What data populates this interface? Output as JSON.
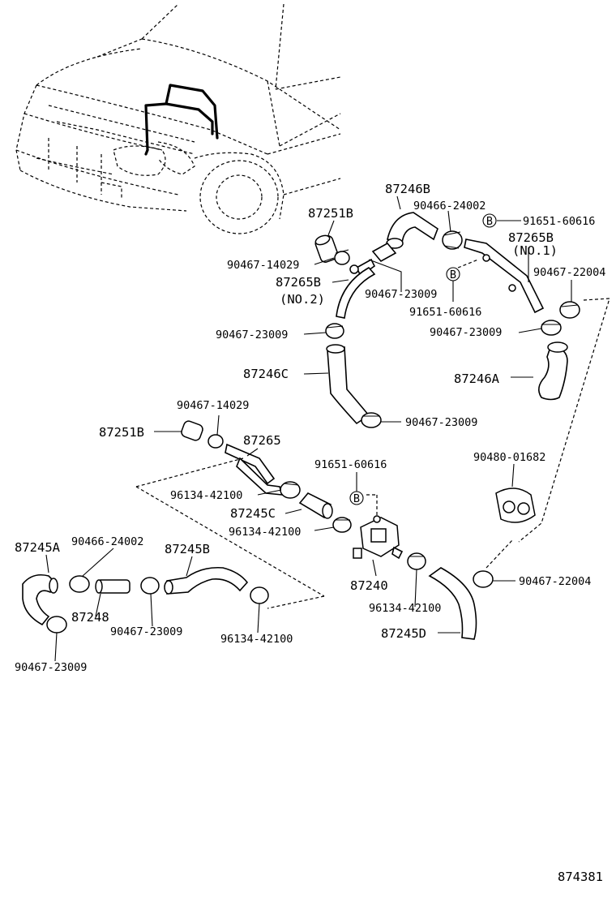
{
  "labels": {
    "l87251B_top": "87251B",
    "l87246B": "87246B",
    "l90466_24002_top": "90466-24002",
    "l91651_60616_top": "91651-60616",
    "l87265B_no1": "87265B",
    "l87265B_no1_sub": "(NO.1)",
    "l90467_22004_top": "90467-22004",
    "l90467_14029_top": "90467-14029",
    "l87265B_no2": "87265B",
    "l87265B_no2_sub": "(NO.2)",
    "l90467_23009_mid": "90467-23009",
    "l91651_60616_mid": "91651-60616",
    "l90467_23009_left": "90467-23009",
    "l90467_23009_right": "90467-23009",
    "l87246C": "87246C",
    "l87246A": "87246A",
    "l90467_23009_c": "90467-23009",
    "l90467_14029_mid": "90467-14029",
    "l87251B_mid": "87251B",
    "l87265": "87265",
    "l91651_60616_low": "91651-60616",
    "l90480_01682": "90480-01682",
    "l96134_42100_a": "96134-42100",
    "l87245C": "87245C",
    "l96134_42100_b": "96134-42100",
    "l87245A": "87245A",
    "l90466_24002_low": "90466-24002",
    "l87245B": "87245B",
    "l87240": "87240",
    "l90467_22004_low": "90467-22004",
    "l87248": "87248",
    "l90467_23009_low": "90467-23009",
    "l96134_42100_c": "96134-42100",
    "l96134_42100_d": "96134-42100",
    "l87245D": "87245D",
    "l90467_23009_bottom": "90467-23009",
    "figure_number": "874381",
    "b_marker": "B"
  }
}
